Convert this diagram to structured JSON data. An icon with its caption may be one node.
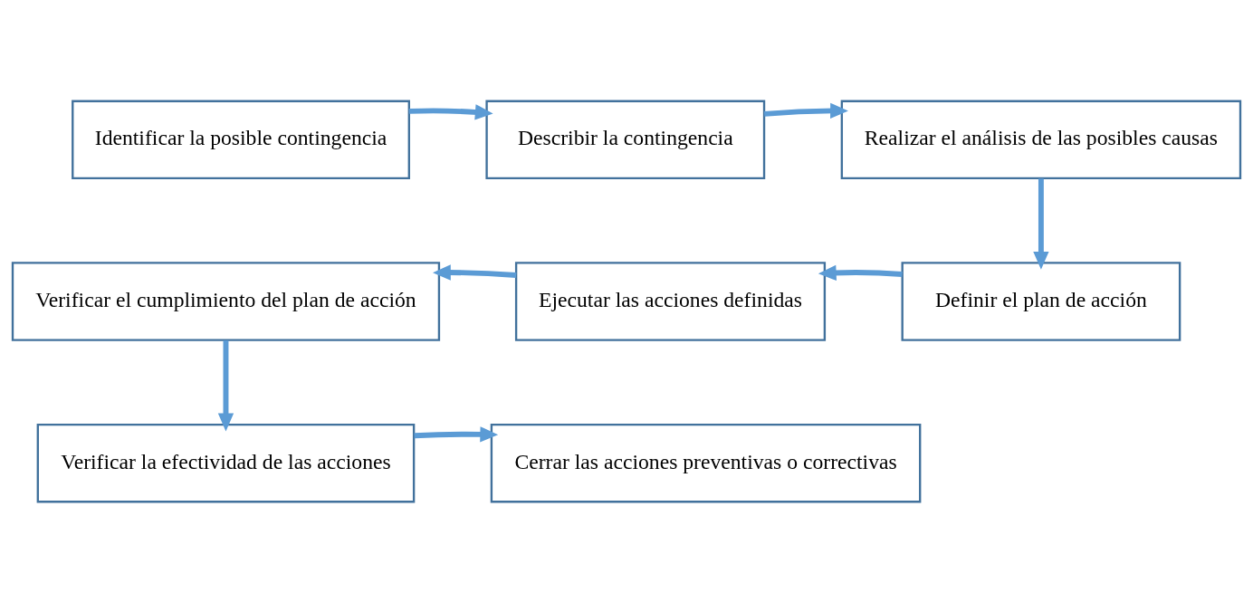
{
  "diagram": {
    "nodes": [
      {
        "text": [
          "Identificar la posible contingencia"
        ]
      },
      {
        "text": [
          "Describir la contingencia"
        ]
      },
      {
        "text": [
          "Realizar el análisis de las posibles causas"
        ]
      },
      {
        "text": [
          "Verificar el cumplimiento del plan de acción"
        ]
      },
      {
        "text": [
          "Ejecutar las acciones definidas"
        ]
      },
      {
        "text": [
          "Definir el plan de acción"
        ]
      },
      {
        "text": [
          "Verificar la efectividad de las acciones"
        ]
      },
      {
        "text": [
          "Cerrar las acciones preventivas o correctivas"
        ]
      }
    ],
    "edges": [
      {
        "from": 0,
        "to": 1,
        "arrow": "to"
      },
      {
        "from": 1,
        "to": 2,
        "arrow": "to"
      },
      {
        "from": 2,
        "to": 5,
        "arrow": "to"
      },
      {
        "from": 5,
        "to": 4,
        "arrow": "to"
      },
      {
        "from": 4,
        "to": 3,
        "arrow": "to"
      },
      {
        "from": 3,
        "to": 6,
        "arrow": "to"
      },
      {
        "from": 6,
        "to": 7,
        "arrow": "to"
      }
    ]
  }
}
